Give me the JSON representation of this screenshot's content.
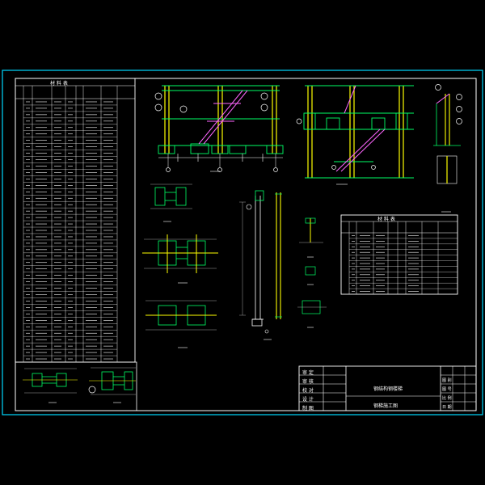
{
  "drawing": {
    "title_block": {
      "project": "钢结构钢楼梯",
      "drawing_name": "钢梯施工图",
      "role_labels": [
        "审 定",
        "审 核",
        "校 对",
        "设 计",
        "制 图"
      ],
      "side_labels": [
        "图 别",
        "图 号",
        "比 例",
        "日 期"
      ]
    },
    "material_table_left": {
      "title": "材 料 表",
      "rows": 41
    },
    "material_table_right": {
      "title": "材 料 表",
      "rows": 11
    },
    "colors": {
      "frame": "#00d8ff",
      "line": "#ffffff",
      "column": "#ffff00",
      "member": "#00ff66",
      "brace": "#ff66ff",
      "dim": "#c8c8c8"
    }
  }
}
